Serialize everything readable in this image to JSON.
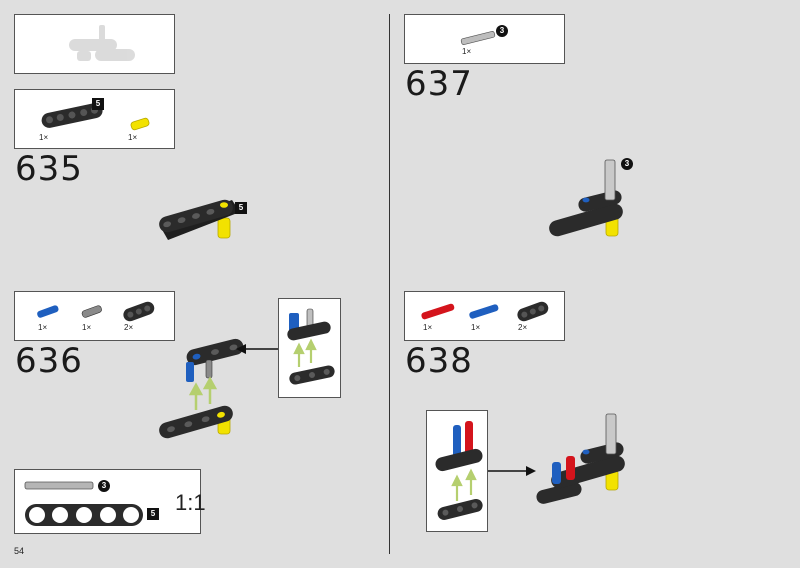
{
  "page_number": "54",
  "steps": {
    "s635": {
      "number": "635",
      "parts_qty": [
        "1×",
        "1×"
      ],
      "callout_len": "5"
    },
    "s636": {
      "number": "636",
      "parts_qty": [
        "1×",
        "1×",
        "2×"
      ]
    },
    "s637": {
      "number": "637",
      "parts_qty": [
        "1×"
      ],
      "callout_len": "3",
      "model_callout": "3"
    },
    "s638": {
      "number": "638",
      "parts_qty": [
        "1×",
        "1×",
        "2×"
      ]
    }
  },
  "ruler": {
    "axle_len": "3",
    "beam_len": "5",
    "scale": "1:1"
  },
  "colors": {
    "background": "#dfdfdf",
    "beam": "#2b2b2b",
    "yellow": "#f2e200",
    "blue": "#1f5fbf",
    "red": "#d4141c",
    "arrow_green": "#b5cf6f"
  }
}
